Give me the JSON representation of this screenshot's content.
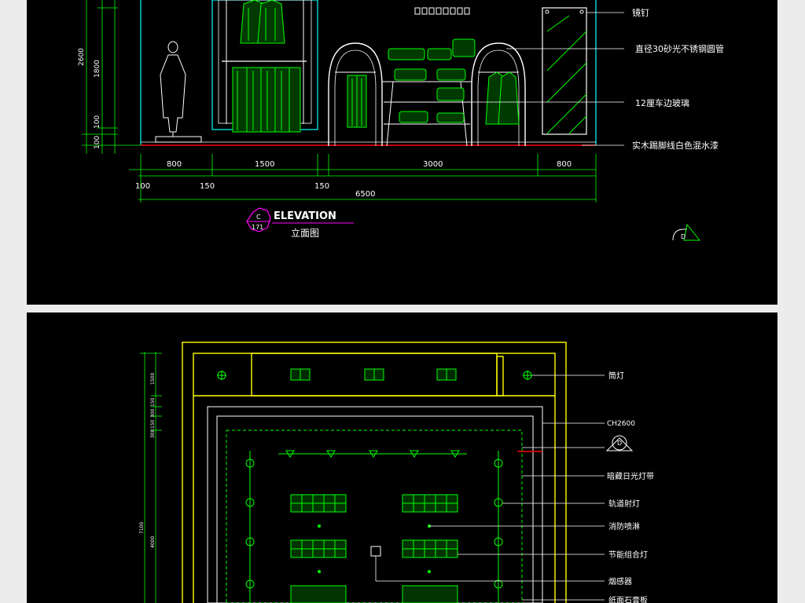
{
  "colors": {
    "background": "#000000",
    "frame": "#ececec",
    "cad_green": "#00ff00",
    "cad_cyan": "#00ffff",
    "cad_yellow": "#ffff00",
    "cad_red": "#ff0000",
    "cad_magenta": "#ff00ff",
    "text": "#ffffff"
  },
  "elevation": {
    "title": "ELEVATION",
    "subtitle": "立面图",
    "tag_letter": "C",
    "tag_number": "171",
    "section_mark": "D",
    "vertical_dims": [
      "2600",
      "1800",
      "100",
      "100"
    ],
    "horizontal_dims_upper": [
      "800",
      "1500",
      "3000",
      "800"
    ],
    "horizontal_dims_lower": [
      "100",
      "150",
      "150"
    ],
    "total_width": "6500",
    "callouts": [
      "镜钉",
      "直径30砂光不锈钢圆管",
      "12厘车边玻璃",
      "实木踢脚线白色混水漆"
    ]
  },
  "ceiling_plan": {
    "callouts": [
      "筒灯",
      "CH2600",
      "暗藏日光灯带",
      "轨道射灯",
      "消防喷淋",
      "节能组合灯",
      "烟感器",
      "纸面石膏板"
    ],
    "section_mark": "D",
    "vertical_dims": [
      "1500",
      "150",
      "300",
      "150",
      "300",
      "4000",
      "7100"
    ]
  }
}
